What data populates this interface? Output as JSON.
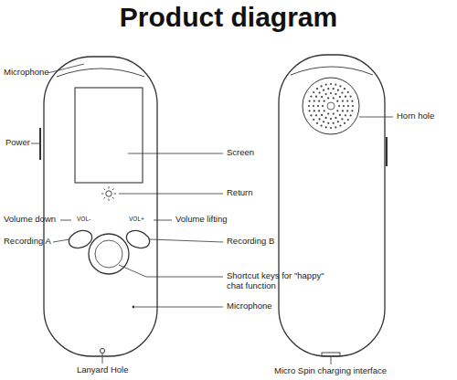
{
  "diagram": {
    "title": "Product diagram",
    "labels": [
      "Microphone",
      "Power",
      "Screen",
      "Return",
      "VOL-",
      "VOL+",
      "Volume down",
      "Volume lifting",
      "Recording A",
      "Recording B",
      "Shortcut keys for \"happy\" chat function",
      "Microphone",
      "Lanyard Hole",
      "Horn hole",
      "Micro Spin charging interface"
    ]
  }
}
